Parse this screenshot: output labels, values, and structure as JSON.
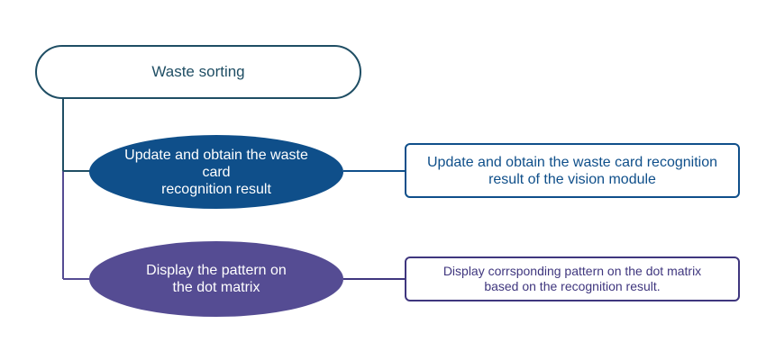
{
  "root": {
    "label": "Waste sorting"
  },
  "steps": [
    {
      "label": "Update and obtain the waste card\nrecognition result",
      "detail": "Update and obtain the waste card recognition\nresult of the vision module",
      "color": "#0f4f8a"
    },
    {
      "label": "Display the pattern on\nthe dot matrix",
      "detail": "Display corrsponding pattern on the dot matrix\nbased on the recognition result.",
      "color": "#554c93"
    }
  ],
  "colors": {
    "root_border": "#1f4e64",
    "trunk": "#1f4e64",
    "detail_border_2": "#3f367e"
  }
}
